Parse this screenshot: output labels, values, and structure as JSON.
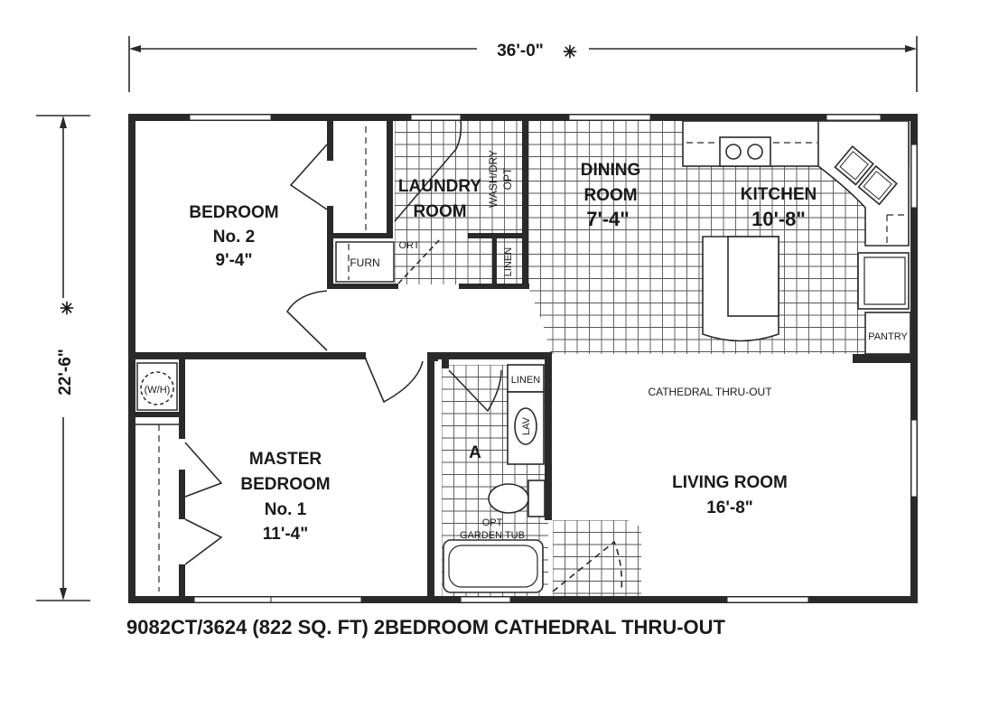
{
  "dimensions": {
    "width_label": "36'-0\"",
    "depth_label": "22'-6\"",
    "marker": "✳"
  },
  "rooms": {
    "bedroom2": {
      "line1": "BEDROOM",
      "line2": "No. 2",
      "size": "9'-4\""
    },
    "laundry": {
      "line1": "LAUNDRY",
      "line2": "ROOM"
    },
    "washdry": {
      "line1": "WASH/DRY",
      "line2": "OPT"
    },
    "furn": "FURN",
    "ort": "ORT",
    "linen_laundry": "LINEN",
    "dining": {
      "line1": "DINING",
      "line2": "ROOM",
      "size": "7'-4\""
    },
    "kitchen": {
      "line1": "KITCHEN",
      "size": "10'-8\""
    },
    "pantry": "PANTRY",
    "wh": "(W/H)",
    "master": {
      "line1": "MASTER",
      "line2": "BEDROOM",
      "line3": "No. 1",
      "size": "11'-4\""
    },
    "bath_linen": "LINEN",
    "lav": "LAV",
    "bath_letter": "A",
    "tub": {
      "line1": "OPT",
      "line2": "GARDEN TUB"
    },
    "cathedral_note": "CATHEDRAL THRU-OUT",
    "living": {
      "line1": "LIVING ROOM",
      "size": "16'-8\""
    }
  },
  "caption": "9082CT/3624 (822 SQ. FT) 2BEDROOM CATHEDRAL THRU-OUT"
}
